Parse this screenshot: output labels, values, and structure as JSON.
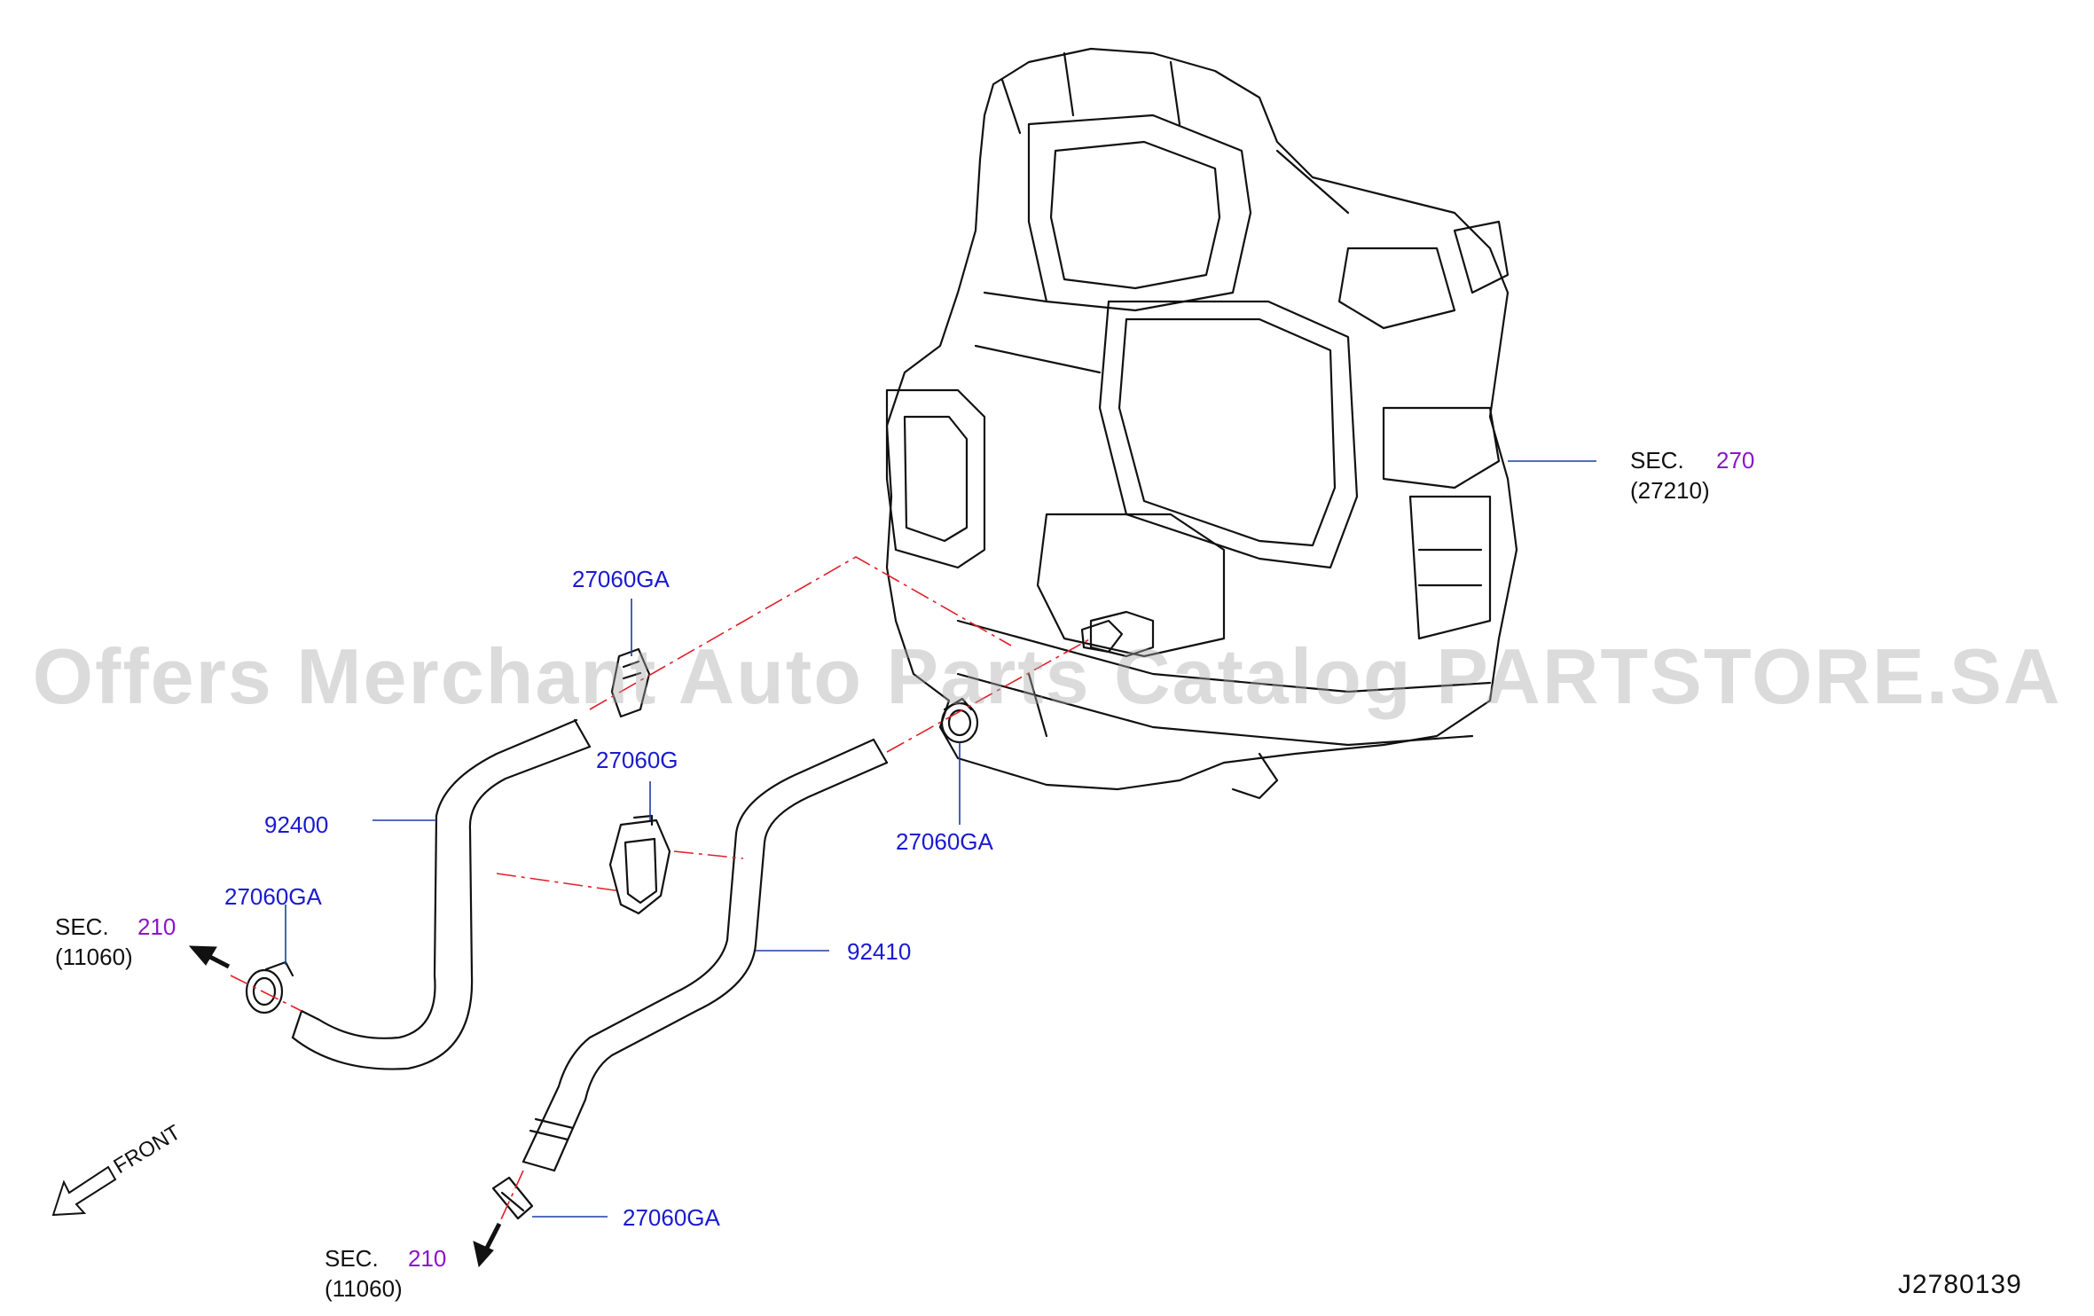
{
  "labels": {
    "clip_top": "27060GA",
    "clamp_mid": "27060G",
    "clip_right": "27060GA",
    "clip_left": "27060GA",
    "clip_bottom": "27060GA",
    "hose_inlet": "92400",
    "hose_outlet": "92410"
  },
  "sections": {
    "heater_unit": {
      "prefix": "SEC.",
      "number": "270",
      "ref": "(27210)"
    },
    "engine_left": {
      "prefix": "SEC.",
      "number": "210",
      "ref": "(11060)"
    },
    "engine_bottom": {
      "prefix": "SEC.",
      "number": "210",
      "ref": "(11060)"
    }
  },
  "front_label": "FRONT",
  "diagram_id": "J2780139",
  "watermark": "Offers Merchant Auto Parts Catalog PARTSTORE.SA",
  "colors": {
    "part_number": "#1a1ad0",
    "section_number": "#8a16c9",
    "centerline": "#e0202a",
    "leader": "#1a3f9e",
    "outline": "#111111"
  }
}
